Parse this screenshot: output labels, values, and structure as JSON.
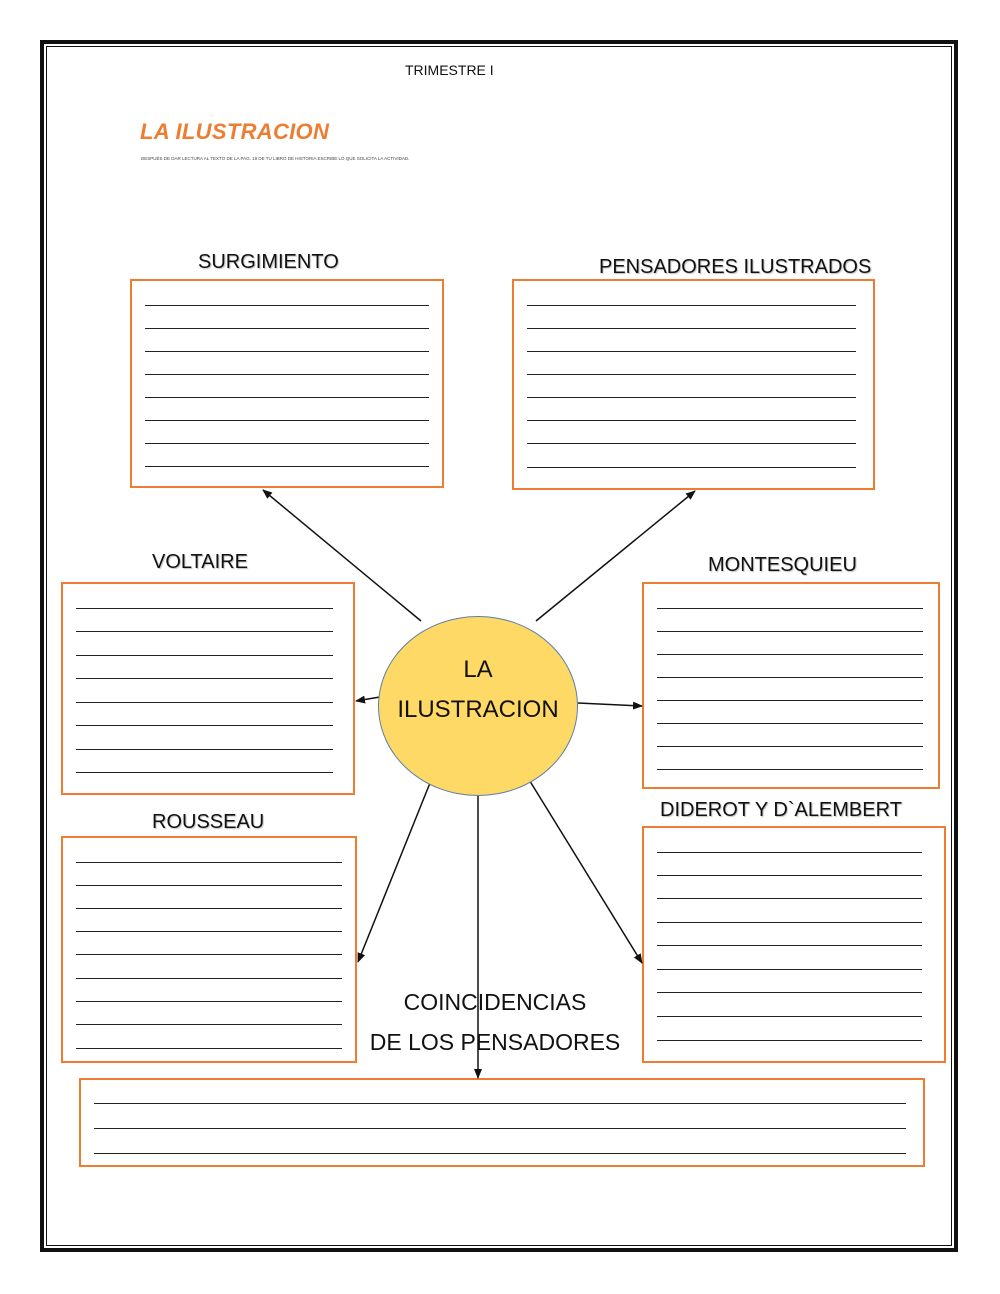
{
  "header": {
    "trimestre": "TRIMESTRE I",
    "title": "LA ILUSTRACION",
    "instructions": "DESPUÉS DE DAR LECTURA AL TEXTO DE LA PAG. 19 DE TU LIBRO DE HISTORIA ESCRIBE LO QUE SOLICITA LA ACTIVIDAD."
  },
  "center": {
    "label": "LA\nILUSTRACION"
  },
  "sections": {
    "surgimiento": "SURGIMIENTO",
    "pensadores": "PENSADORES ILUSTRADOS",
    "voltaire": "VOLTAIRE",
    "montesquieu": "MONTESQUIEU",
    "rousseau": "ROUSSEAU",
    "diderot": "DIDEROT Y D`ALEMBERT",
    "coincidencias": "COINCIDENCIAS\nDE LOS PENSADORES"
  },
  "colors": {
    "accent": "#ed7d31",
    "circle_fill": "#ffd966",
    "circle_border": "#5b7fa6"
  }
}
